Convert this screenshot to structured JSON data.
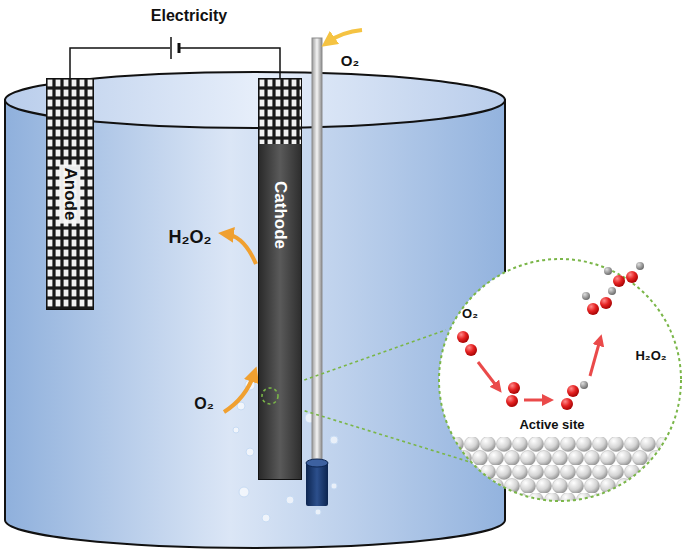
{
  "diagram": {
    "nodes": [
      {
        "text": [
          "Anode"
        ]
      },
      {
        "text": [
          "Cathode"
        ]
      }
    ],
    "edges": [
      {
        "from": 0,
        "to": 1,
        "arrow": "none",
        "label": "Electricity"
      }
    ],
    "labels": [
      "O₂",
      "H₂O₂",
      "O₂",
      "O₂",
      "H₂O₂",
      "Active site"
    ]
  }
}
